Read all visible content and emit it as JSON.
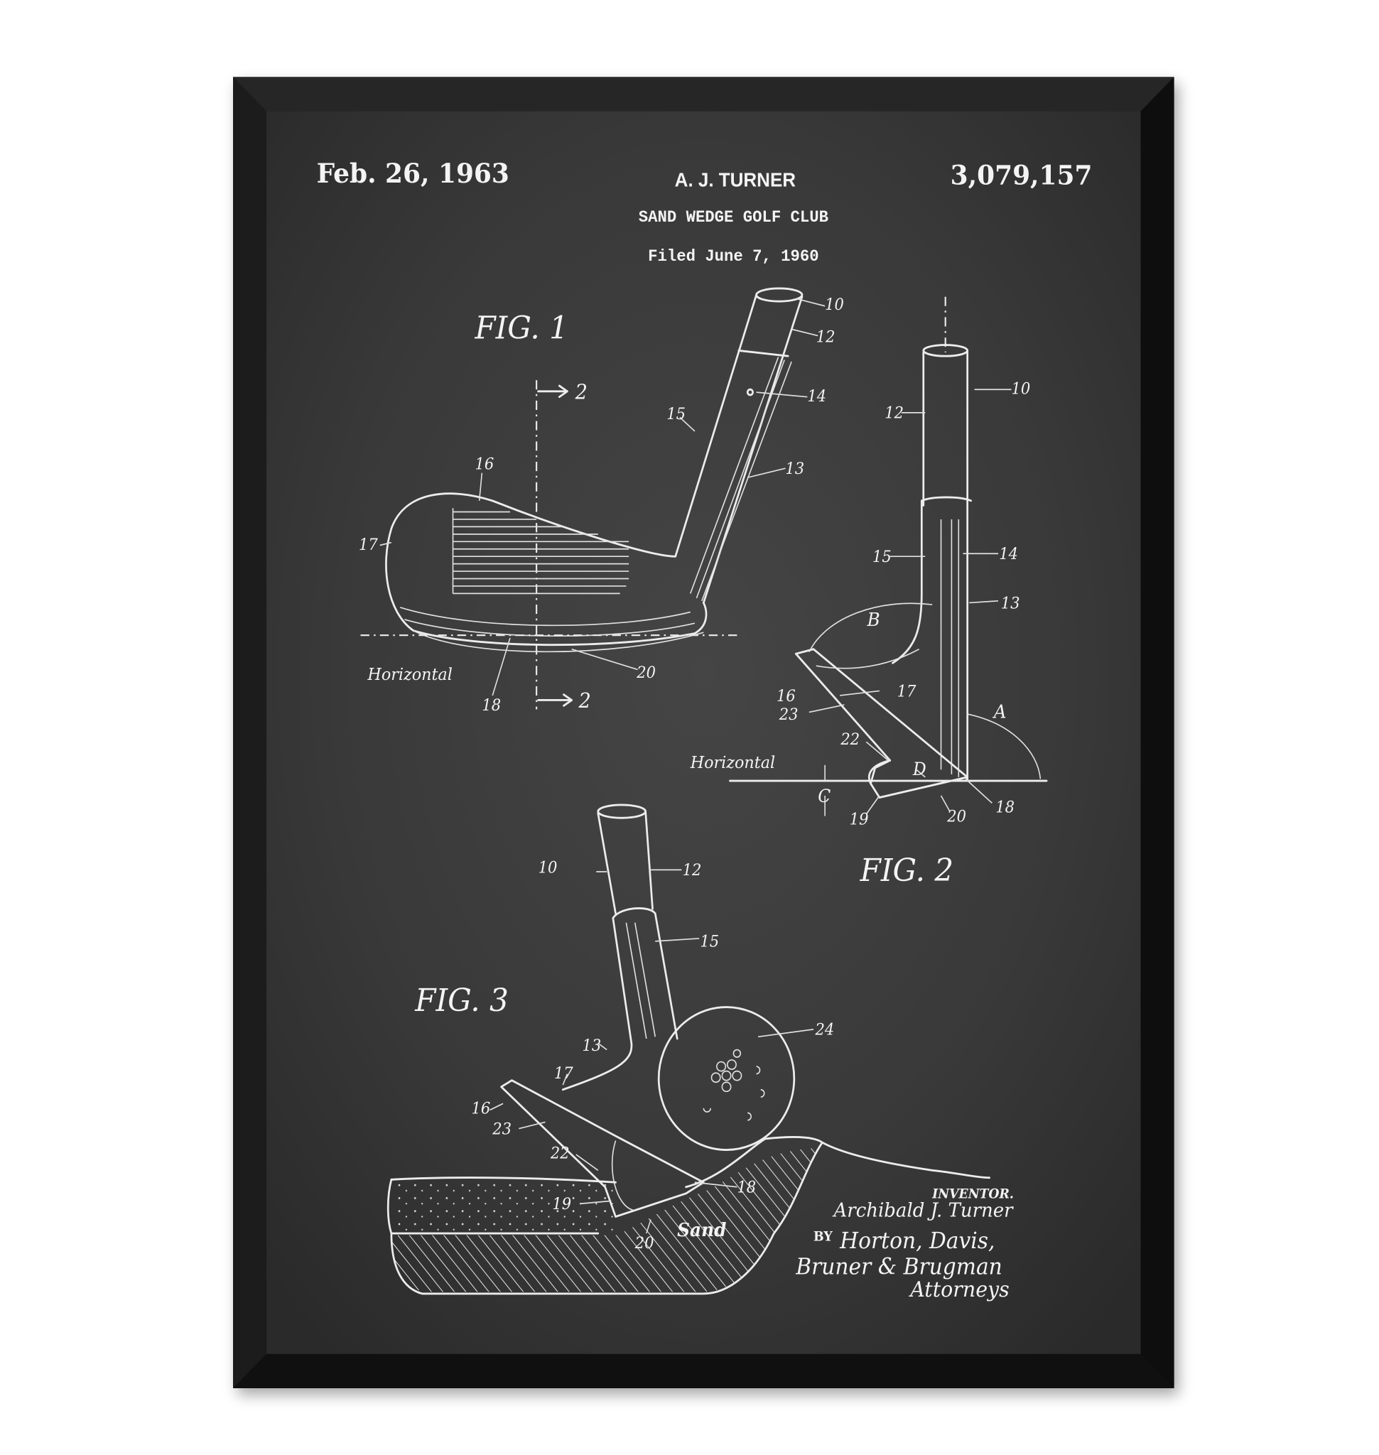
{
  "header": {
    "date": "Feb. 26, 1963",
    "inventor_name": "A. J. TURNER",
    "title": "SAND WEDGE GOLF CLUB",
    "filed": "Filed June 7, 1960",
    "patent_number": "3,079,157"
  },
  "fig1": {
    "label": "FIG. 1",
    "horizontal": "Horizontal",
    "section_marks": [
      "2",
      "2"
    ],
    "refs": [
      "10",
      "12",
      "14",
      "15",
      "13",
      "16",
      "17",
      "20",
      "18"
    ]
  },
  "fig2": {
    "label": "FIG. 2",
    "horizontal": "Horizontal",
    "refs": [
      "10",
      "12",
      "15",
      "14",
      "13",
      "B",
      "17",
      "16",
      "23",
      "A",
      "22",
      "D",
      "C",
      "19",
      "20",
      "18"
    ]
  },
  "fig3": {
    "label": "FIG. 3",
    "sand": "Sand",
    "refs": [
      "10",
      "12",
      "15",
      "13",
      "24",
      "17",
      "16",
      "23",
      "22",
      "19",
      "18",
      "20"
    ]
  },
  "signature": {
    "inventor_heading": "INVENTOR.",
    "inventor": "Archibald J. Turner",
    "by": "BY",
    "attorneys_line1": "Horton, Davis,",
    "attorneys_line2": "Bruner & Brugman",
    "attorneys_line3": "Attorneys"
  },
  "colors": {
    "frame": "#1a1a1a",
    "board": "#3a3a3a",
    "chalk": "#f0f0f0"
  }
}
